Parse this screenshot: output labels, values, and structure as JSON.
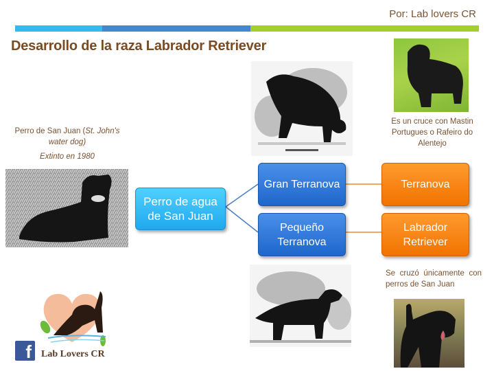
{
  "header": {
    "author": "Por: Lab lovers CR",
    "title": "Desarrollo de la raza Labrador Retriever",
    "bar_colors": [
      "#33b9f5",
      "#4585d4",
      "#a4cf2a"
    ]
  },
  "left_caption": {
    "line1_plain": "Perro de San Juan (",
    "line1_italic": "St. John's water dog)",
    "extinct": "Extinto en 1980"
  },
  "right_top_caption": "Es un cruce con Mastin Portugues o Rafeiro do Alentejo",
  "right_bottom_caption": "Se cruzó únicamente con perros de San Juan",
  "diagram": {
    "root": "Perro de agua de San Juan",
    "branches": [
      {
        "label": "Gran Terranova",
        "child": "Terranova"
      },
      {
        "label": "Pequeño Terranova",
        "child": "Labrador Retriever"
      }
    ],
    "colors": {
      "root": "#29b6f6",
      "mid": "#2f78d8",
      "leaf": "#f57f0a",
      "connector_blue": "#4a7fc4",
      "connector_orange": "#f58a20"
    }
  },
  "images": {
    "st_johns_dog": "Photo of St. John's water dog lying on grass",
    "large_newfoundland_engraving": "The Large Newfoundland Dog",
    "small_newfoundland_engraving": "St. John's or Lesser Newfoundland Dog",
    "newfoundland_photo": "Newfoundland dog on grass",
    "labrador_photo": "Black Labrador Retriever"
  },
  "footer": {
    "brand": "Lab Lovers CR",
    "social": "f"
  }
}
